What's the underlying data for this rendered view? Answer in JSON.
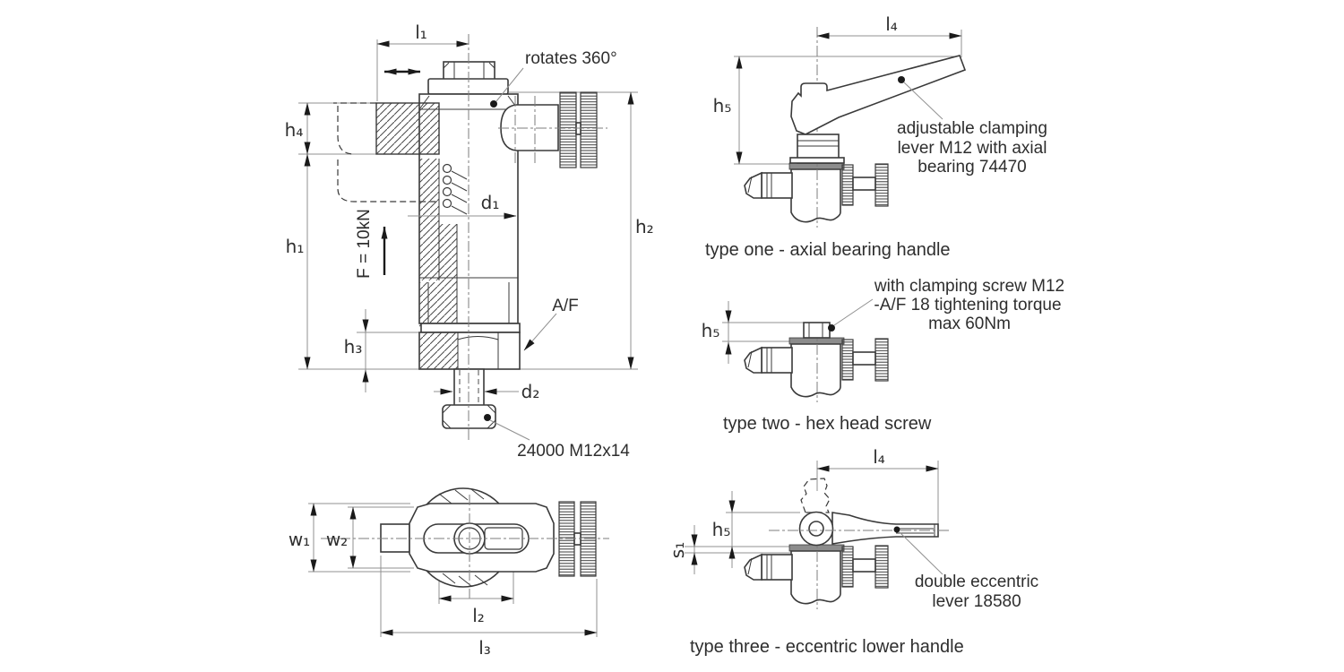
{
  "colors": {
    "line": "#3a3a3a",
    "dim_line": "#909090",
    "arrow": "#1a1a1a",
    "text": "#2e2e2e",
    "background": "#ffffff"
  },
  "main_view": {
    "labels": {
      "l1": "l₁",
      "h4": "h₄",
      "h1": "h₁",
      "h2": "h₂",
      "h3": "h₃",
      "d1": "d₁",
      "d2": "d₂",
      "af": "A/F",
      "force": "F = 10kN",
      "rotates": "rotates 360°",
      "part_number": "24000 M12x14"
    }
  },
  "top_view": {
    "labels": {
      "w1": "w₁",
      "w2": "w₂",
      "l2": "l₂",
      "l3": "l₃"
    }
  },
  "type_one": {
    "caption": "type one - axial bearing handle",
    "labels": {
      "l4": "l₄",
      "h5": "h₅"
    },
    "note": [
      "adjustable clamping",
      "lever M12 with axial",
      "bearing 74470"
    ]
  },
  "type_two": {
    "caption": "type two - hex head screw",
    "labels": {
      "h5": "h₅"
    },
    "note": [
      "with clamping screw M12",
      "-A/F 18 tightening torque",
      "max 60Nm"
    ]
  },
  "type_three": {
    "caption": "type three - eccentric lower handle",
    "labels": {
      "l4": "l₄",
      "h5": "h₅",
      "s1": "s₁"
    },
    "note": [
      "double eccentric",
      "lever 18580"
    ]
  }
}
